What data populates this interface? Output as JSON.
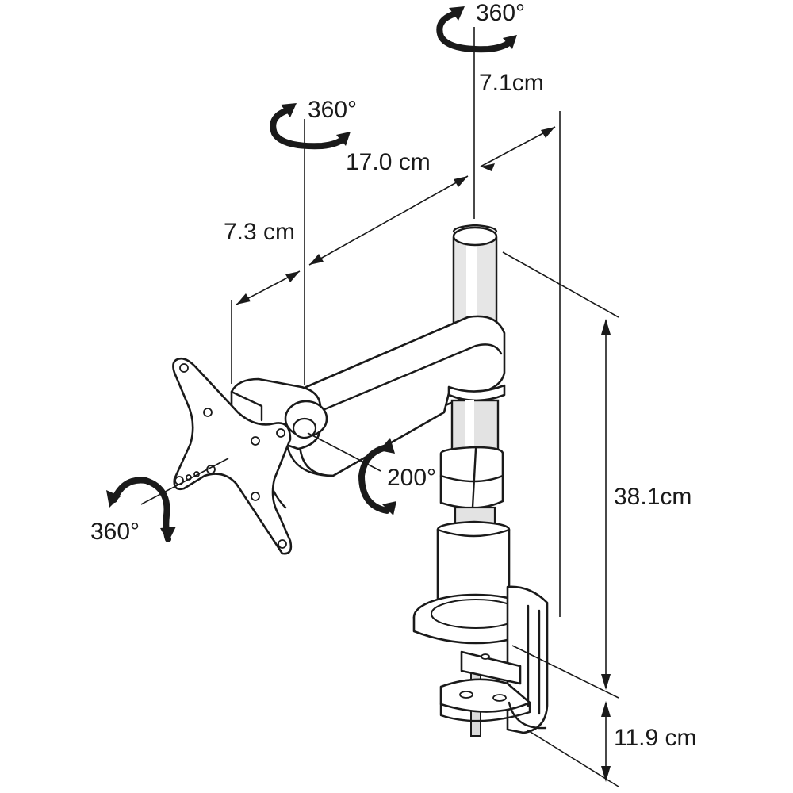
{
  "diagram": {
    "labels": {
      "pole_rotation": "360°",
      "pole_offset": "7.1cm",
      "upper_arm_rotation": "360°",
      "arm_length": "17.0 cm",
      "head_offset": "7.3 cm",
      "tilt": "200°",
      "vesa_rotation": "360°",
      "pole_height": "38.1cm",
      "clamp_height": "11.9 cm"
    },
    "colors": {
      "line": "#1a1a1a",
      "shade": "#dcdcdc",
      "dark": "#9a9a9a"
    }
  }
}
